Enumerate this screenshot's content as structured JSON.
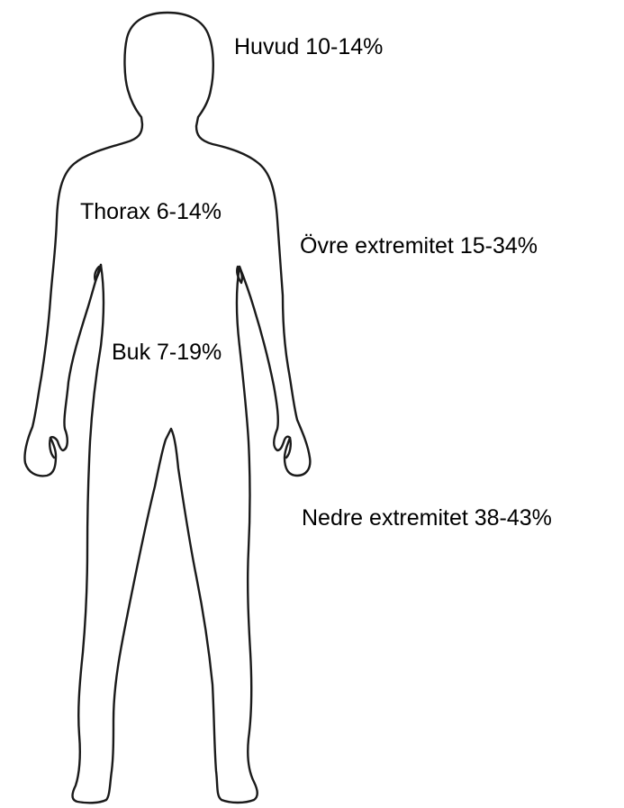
{
  "regions": {
    "head": {
      "label": "Huvud 10-14%"
    },
    "thorax": {
      "label": "Thorax 6-14%"
    },
    "upper_extremity": {
      "label": "Övre extremitet 15-34%"
    },
    "abdomen": {
      "label": "Buk 7-19%"
    },
    "lower_extremity": {
      "label": "Nedre extremitet 38-43%"
    }
  },
  "colors": {
    "outline": "#1a1a1a",
    "text": "#000000",
    "background": "#ffffff"
  }
}
